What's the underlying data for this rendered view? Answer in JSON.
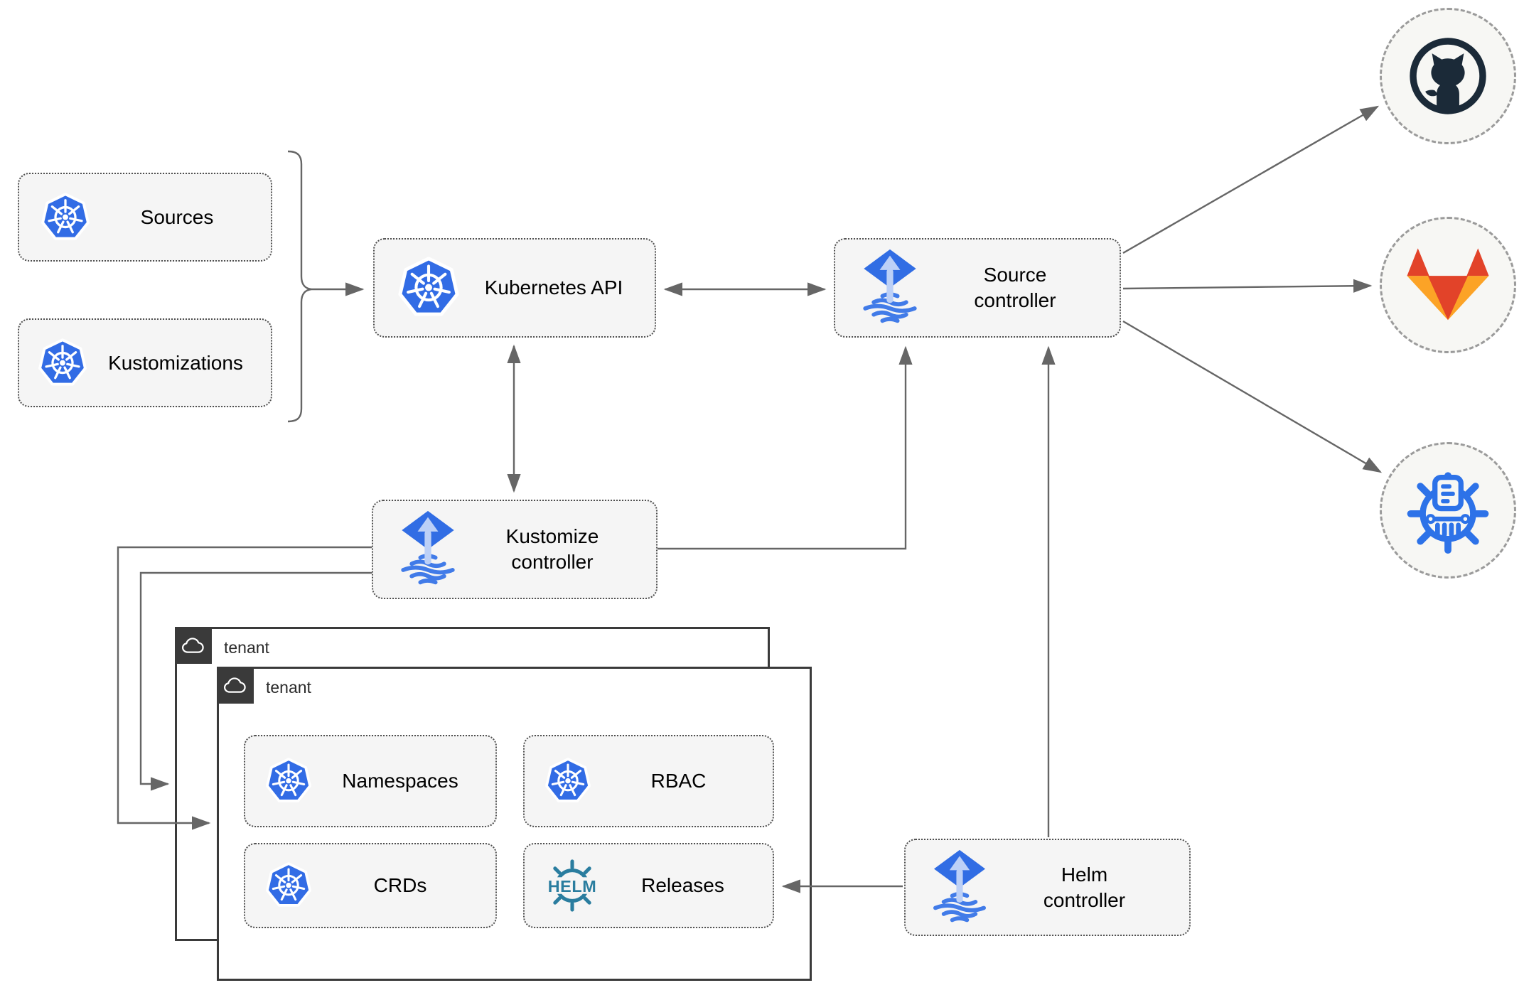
{
  "nodes": {
    "sources": {
      "label": "Sources",
      "icon": "kubernetes"
    },
    "kustomizations": {
      "label": "Kustomizations",
      "icon": "kubernetes"
    },
    "kubernetes_api": {
      "label": "Kubernetes API",
      "icon": "kubernetes"
    },
    "source_controller": {
      "label": "Source\ncontroller",
      "icon": "flux"
    },
    "kustomize_controller": {
      "label": "Kustomize\ncontroller",
      "icon": "flux"
    },
    "helm_controller": {
      "label": "Helm\ncontroller",
      "icon": "flux"
    },
    "tenant_back": {
      "label": "tenant",
      "icon": "cloud"
    },
    "tenant_front": {
      "label": "tenant",
      "icon": "cloud"
    },
    "namespaces": {
      "label": "Namespaces",
      "icon": "kubernetes"
    },
    "rbac": {
      "label": "RBAC",
      "icon": "kubernetes"
    },
    "crds": {
      "label": "CRDs",
      "icon": "kubernetes"
    },
    "releases": {
      "label": "Releases",
      "icon": "helm"
    },
    "github": {
      "icon": "github"
    },
    "gitlab": {
      "icon": "gitlab"
    },
    "chartmuseum": {
      "icon": "chartmuseum"
    }
  },
  "edges": [
    {
      "from": "sources+kustomizations",
      "to": "kubernetes_api",
      "style": "arrow"
    },
    {
      "from": "kubernetes_api",
      "to": "source_controller",
      "style": "double-arrow"
    },
    {
      "from": "kubernetes_api",
      "to": "kustomize_controller",
      "style": "double-arrow"
    },
    {
      "from": "kustomize_controller",
      "to": "source_controller",
      "style": "arrow"
    },
    {
      "from": "helm_controller",
      "to": "source_controller",
      "style": "arrow"
    },
    {
      "from": "source_controller",
      "to": "github",
      "style": "arrow"
    },
    {
      "from": "source_controller",
      "to": "gitlab",
      "style": "arrow"
    },
    {
      "from": "source_controller",
      "to": "chartmuseum",
      "style": "arrow"
    },
    {
      "from": "kustomize_controller",
      "to": "tenant_front",
      "style": "arrow"
    },
    {
      "from": "kustomize_controller",
      "to": "tenant_back",
      "style": "arrow"
    },
    {
      "from": "helm_controller",
      "to": "releases",
      "style": "arrow"
    }
  ],
  "icons": {
    "kubernetes": "blue-heptagon-ship-wheel",
    "flux": "blue-diamond-up-arrow-over-striped-diamond",
    "helm": "teal-ship-wheel-HELM-wordmark",
    "cloud": "white-cloud-outline",
    "github": "octocat-in-ring",
    "gitlab": "tanuki-fox",
    "chartmuseum": "wheel-with-document-and-columns"
  },
  "colors": {
    "kubernetes_blue": "#326ce5",
    "flux_blue": "#316de4",
    "flux_light_arrow": "#bcd0f7",
    "helm_teal": "#2a7d9f",
    "github_dark": "#1b2a38",
    "gitlab_red": "#e24329",
    "gitlab_orange": "#fca326",
    "chartmuseum_blue": "#2d72e8",
    "box_fill": "#f5f5f5",
    "tenant_dark": "#3a3a3a",
    "line_gray": "#666666"
  }
}
